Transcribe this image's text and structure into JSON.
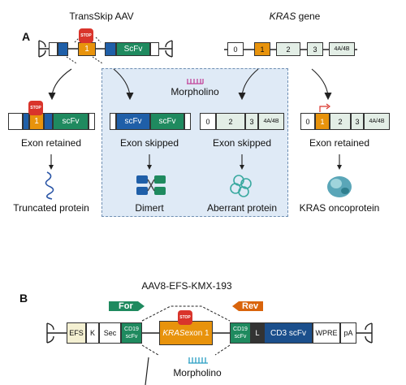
{
  "panel_a": {
    "letter": "A",
    "transskip_title": "TransSkip AAV",
    "kras_title": "KRAS",
    "kras_title_suffix": " gene",
    "stop_label": "STOP",
    "exon1": "1",
    "scfv_upper": "ScFv",
    "kras_exons": [
      "0",
      "1",
      "2",
      "3",
      "4A/4B"
    ],
    "morpholino": "Morpholino",
    "retained_left": {
      "exon": "1",
      "scfv": "scFv",
      "caption": "Exon retained",
      "outcome": "Truncated protein"
    },
    "skipped_mid": {
      "scfv1": "scFv",
      "scfv2": "scFv",
      "caption": "Exon skipped",
      "outcome": "Dimert"
    },
    "skipped_kras": {
      "exons": [
        "0",
        "2",
        "3",
        "4A/4B"
      ],
      "caption": "Exon skipped",
      "outcome": "Aberrant protein"
    },
    "retained_right": {
      "exons": [
        "0",
        "1",
        "2",
        "3",
        "4A/4B"
      ],
      "caption": "Exon retained",
      "outcome": "KRAS oncoprotein"
    }
  },
  "panel_b": {
    "letter": "B",
    "title": "AAV8-EFS-KMX-193",
    "primer_for": "For",
    "primer_rev": "Rev",
    "stop_label": "STOP",
    "elements": {
      "efs": "EFS",
      "k": "K",
      "sec": "Sec",
      "cd19_top": "CD19",
      "cd19_bottom": "scFv",
      "kras_exon": "KRAS",
      "kras_exon_suffix": " exon 1",
      "cd19b_top": "CD19",
      "cd19b_bottom": "scFv",
      "l": "L",
      "cd3": "CD3 scFv",
      "wpre": "WPRE",
      "pa": "pA"
    },
    "morpholino": "Morpholino"
  },
  "colors": {
    "blue": "#1f5fa8",
    "dark_blue": "#1b4f8c",
    "green": "#1f8a5f",
    "orange": "#e8930c",
    "stop_red": "#d9342b",
    "light_panel": "#dfeaf6",
    "pink": "#c2449a",
    "cyan": "#2a9fc4",
    "efs_fill": "#f4f0d2",
    "grey_exon": "#e3eee6"
  }
}
